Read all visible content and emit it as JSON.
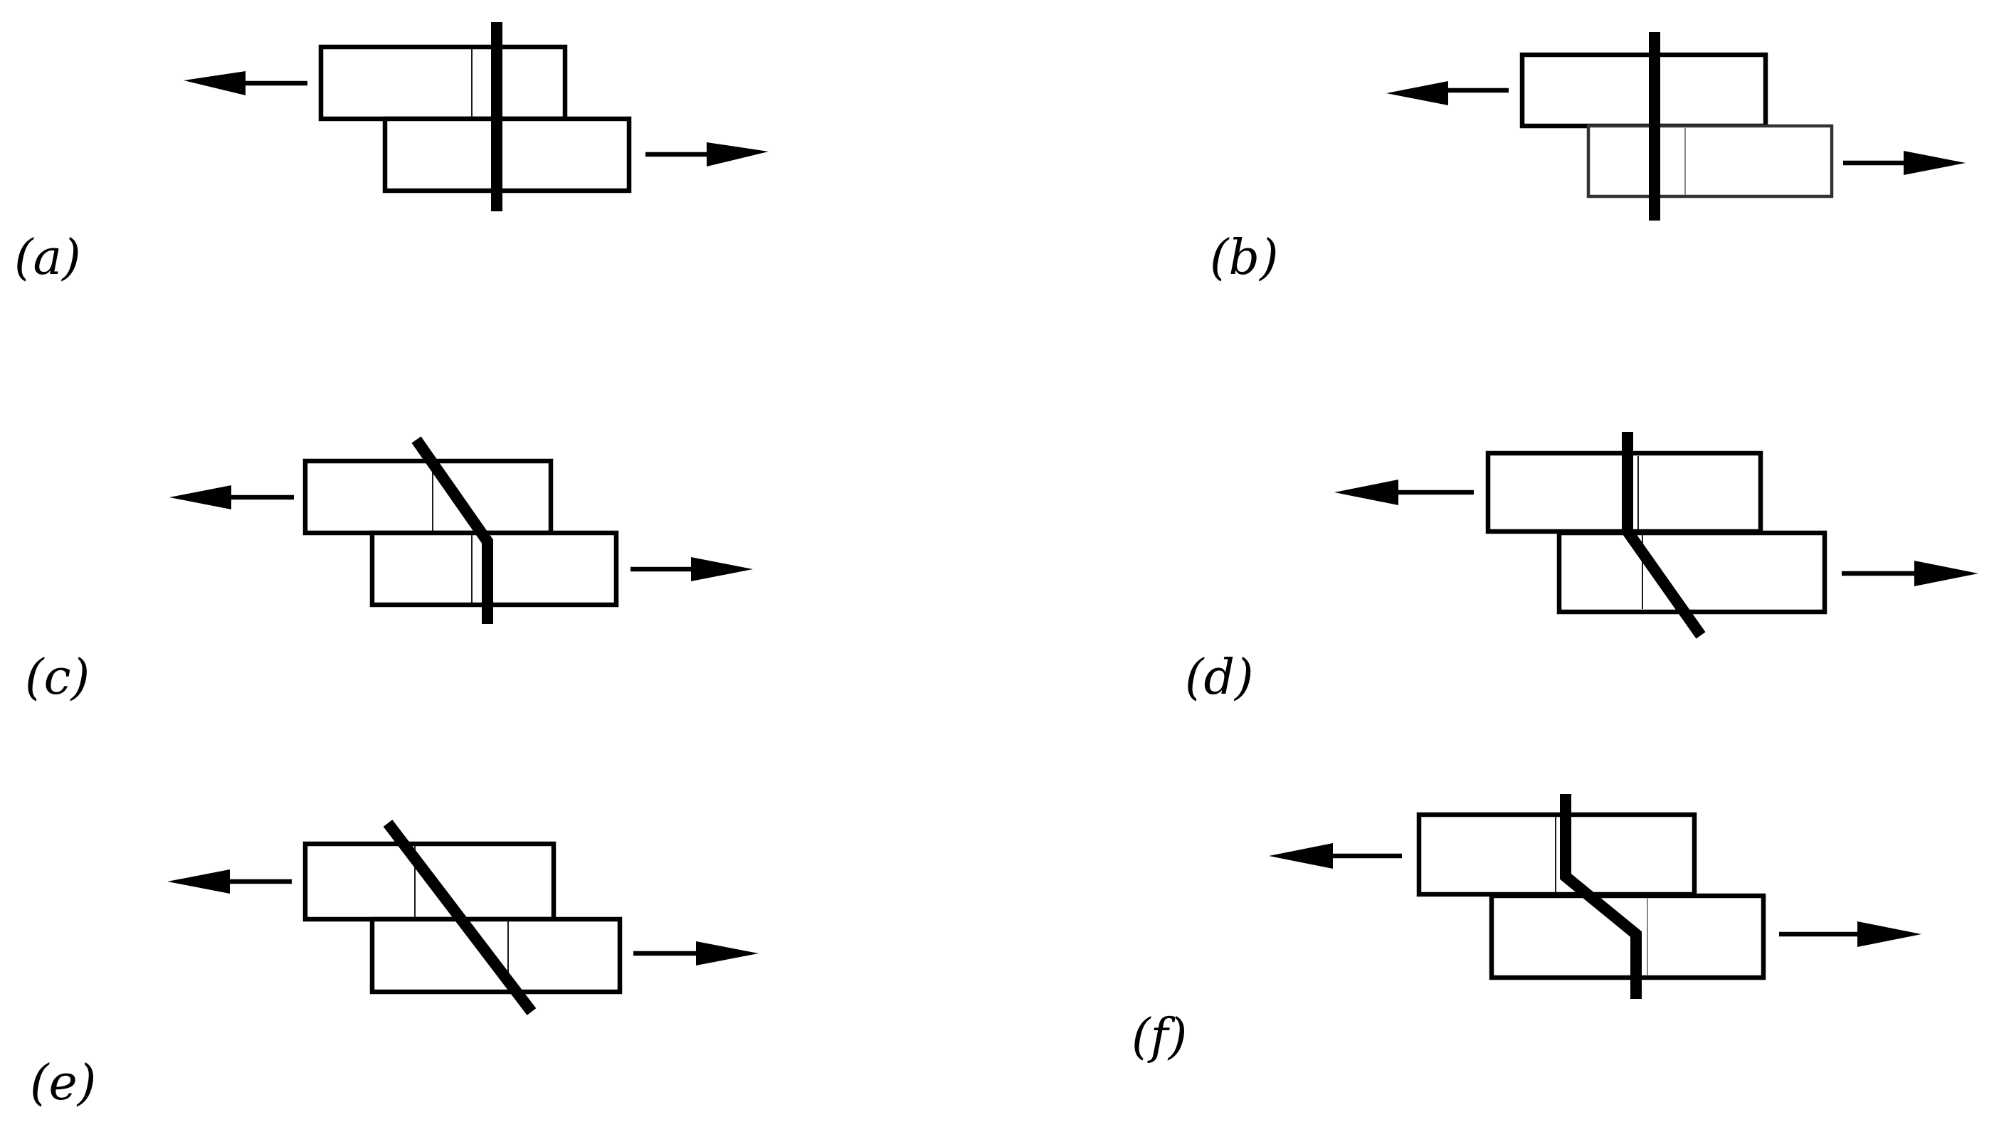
{
  "panels": [
    {
      "id": "a",
      "label": "(a)",
      "fiber_shape": "straight-vertical"
    },
    {
      "id": "b",
      "label": "(b)",
      "fiber_shape": "straight-vertical"
    },
    {
      "id": "c",
      "label": "(c)",
      "fiber_shape": "bent-top-tilted"
    },
    {
      "id": "d",
      "label": "(d)",
      "fiber_shape": "bent-bottom-tilted"
    },
    {
      "id": "e",
      "label": "(e)",
      "fiber_shape": "straight-diagonal"
    },
    {
      "id": "f",
      "label": "(f)",
      "fiber_shape": "bent-middle-tilted"
    }
  ],
  "colors": {
    "background": "#ffffff",
    "stroke": "#000000"
  }
}
